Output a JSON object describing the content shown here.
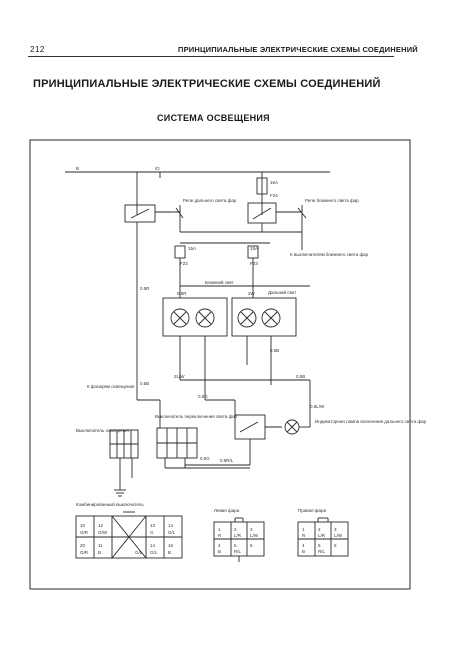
{
  "header": {
    "page_number": "212",
    "running_title": "ПРИНЦИПИАЛЬНЫЕ ЭЛЕКТРИЧЕСКИЕ СХЕМЫ СОЕДИНЕНИЙ"
  },
  "main_title": "ПРИНЦИПИАЛЬНЫЕ ЭЛЕКТРИЧЕСКИЕ СХЕМЫ СОЕДИНЕНИЙ",
  "section_title": "СИСТЕМА ОСВЕЩЕНИЯ",
  "diagram": {
    "terminals": [
      "B",
      "IG"
    ],
    "labels": {
      "high_beam_relay": "Реле дальнего света фар",
      "dimmer_relay": "Реле ближнего света фар",
      "to_relay": "К выключателям ближнего света фар",
      "low_beam": "Ближний свет",
      "high_beam": "Дальний свет",
      "headlight_switch": "Выключатель освещения",
      "turn_switch": "Выключатель переключения света фар",
      "to_lamp": "К фонарям освещения",
      "indicator": "Индикаторная лампа включения дальнего света фар",
      "bottom_switch": "Комбинированный выключатель",
      "left_head": "Левая фара",
      "right_head": "Правая фара"
    },
    "fuse_labels": [
      "15A",
      "F24",
      "15A",
      "15A",
      "F22",
      "F23"
    ],
    "wire_labels": [
      "0.5R",
      "0.5R",
      "2W",
      "0.5B",
      "2L/W",
      "0.5B",
      "0.5G",
      "0.5B",
      "0.5L/W",
      "0.5G",
      "0.5R/L"
    ],
    "connector_left": {
      "top": [
        "10",
        "12",
        "",
        "",
        "",
        "13",
        "14"
      ],
      "top_colors": [
        "O/R",
        "G/W",
        "",
        "",
        "",
        "G",
        "G/L"
      ],
      "bottom": [
        "20",
        "11",
        "",
        "",
        "",
        "14",
        "16"
      ],
      "bottom_colors": [
        "O/R",
        "B",
        "",
        "",
        "G/L",
        "G/L",
        "B"
      ]
    },
    "connector_mid": {
      "top": [
        "1",
        "2",
        "3"
      ],
      "top_colors": [
        "R",
        "L/R",
        "L/W"
      ],
      "bottom": [
        "4",
        "5",
        "6"
      ],
      "bottom_colors": [
        "B",
        "R/L",
        ""
      ]
    },
    "connector_right": {
      "top": [
        "1",
        "2",
        "3"
      ],
      "top_colors": [
        "R",
        "L/R",
        "L/W"
      ],
      "bottom": [
        "4",
        "5",
        "6"
      ],
      "bottom_colors": [
        "B",
        "R/L",
        ""
      ]
    }
  }
}
